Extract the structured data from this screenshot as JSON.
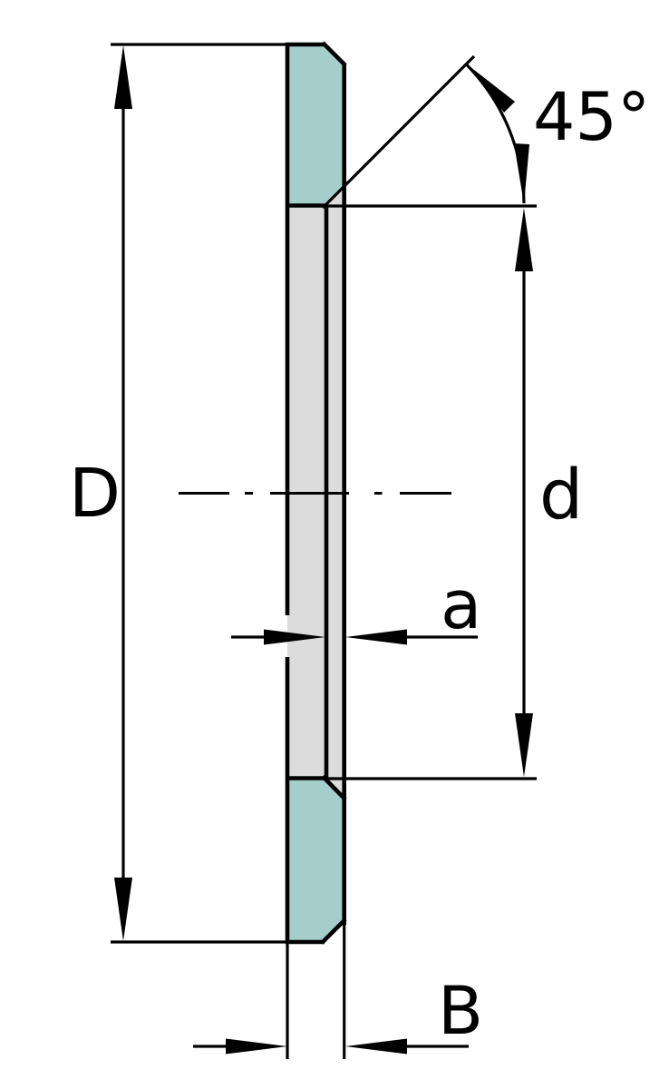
{
  "drawing": {
    "type": "engineering-cross-section",
    "subject": "locating washer cross-section with dimension callouts",
    "labels": {
      "outer_diameter": "D",
      "bore_diameter": "d",
      "inner_thickness": "a",
      "overall_width": "B",
      "chamfer_angle": "45°"
    },
    "colors": {
      "section_fill": "#a5cdca",
      "surface_fill": "#dcdcdc",
      "line": "#000000",
      "background": "#ffffff"
    }
  }
}
